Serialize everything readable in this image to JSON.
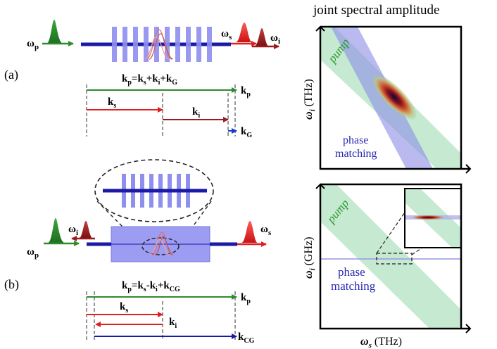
{
  "colors": {
    "pump": "#2e8b2e",
    "pump_band": "#bfe8cc",
    "signal": "#e02020",
    "idler": "#9b1b1b",
    "grating": "#8f8ff0",
    "waveguide": "#1a1aa6",
    "kg_arrow": "#1e3ccc",
    "phase_band": "#8c8ce6",
    "phase_text": "#2a2ab0",
    "pump_text": "#2e9a2e"
  },
  "labels": {
    "panel_a": "(a)",
    "panel_b": "(b)",
    "omega_p": "ω",
    "omega_p_sub": "p",
    "omega_s": "ω",
    "omega_s_sub": "s",
    "omega_i": "ω",
    "omega_i_sub": "i",
    "k": "k",
    "sub_p": "p",
    "sub_s": "s",
    "sub_i": "i",
    "sub_G": "G",
    "sub_CG": "CG"
  },
  "equations": {
    "a": {
      "k1": "k",
      "s1": "p",
      "t1": "=k",
      "s2": "s",
      "t2": "+k",
      "s3": "i",
      "t3": "+k",
      "s4": "G"
    },
    "b": {
      "k1": "k",
      "s1": "p",
      "t1": "=k",
      "s2": "s",
      "t2": "-k",
      "s3": "i",
      "t3": "+k",
      "s4": "CG"
    }
  },
  "jsa": {
    "title": "joint spectral amplitude",
    "top": {
      "pump_label": "pump",
      "phase_label_1": "phase",
      "phase_label_2": "matching",
      "yaxis_omega": "ω",
      "yaxis_sub": "i",
      "yaxis_unit": " (THz)"
    },
    "bottom": {
      "pump_label": "pump",
      "phase_label_1": "phase",
      "phase_label_2": "matching",
      "yaxis_omega": "ω",
      "yaxis_sub": "i",
      "yaxis_unit": " (GHz)",
      "xaxis_omega": "ω",
      "xaxis_sub": "s",
      "xaxis_unit": " (THz)"
    }
  }
}
